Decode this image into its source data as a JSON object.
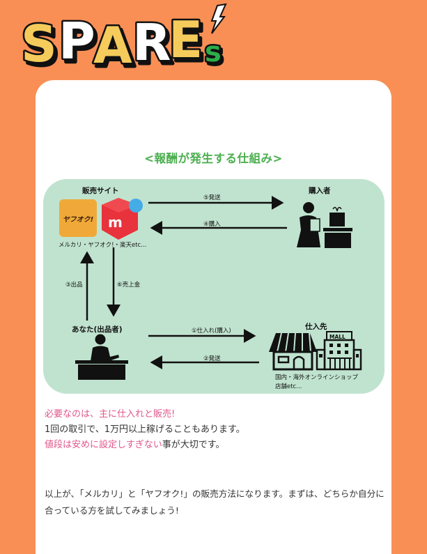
{
  "logo": {
    "text": "SPARE",
    "suffix": "s",
    "colors": {
      "yellow": "#F5CB5C",
      "white": "#FFFFFF",
      "green": "#2DAE4A",
      "outline": "#111111"
    }
  },
  "page": {
    "background": "#F98F55",
    "card_background": "#FFFFFF"
  },
  "diagram": {
    "title": "<報酬が発生する仕組み>",
    "background": "#C0E3CF",
    "sales_site": {
      "label": "販売サイト",
      "caption": "メルカリ・ヤフオク!・楽天etc...",
      "yahuoku_logo_text": "ヤフオク!",
      "mercari_logo_text": "m"
    },
    "buyer": {
      "label": "購入者"
    },
    "you": {
      "label": "あなた(出品者)"
    },
    "supplier": {
      "label": "仕入先",
      "caption_line1": "国内・海外オンラインショップ",
      "caption_line2": "店舗etc...",
      "mall_sign": "MALL"
    },
    "arrows": {
      "ship_to_buyer": "⑤発送",
      "purchase": "④購入",
      "listing": "③出品",
      "proceeds": "⑥売上金",
      "stock_purchase": "①仕入れ(購入)",
      "ship_from_supplier": "②発送"
    }
  },
  "body_text": {
    "line1": "必要なのは、主に仕入れと販売!",
    "line2": "1回の取引で、1万円以上稼げることもあります。",
    "line3_pink": "値段は安めに設定しすぎない",
    "line3_dark": "事が大切です。",
    "para2_line1": "以上が、「メルカリ」と「ヤフオク!」の販売方法になります。まずは、どちらか自分に",
    "para2_line2": "合っている方を試してみましょう!"
  }
}
